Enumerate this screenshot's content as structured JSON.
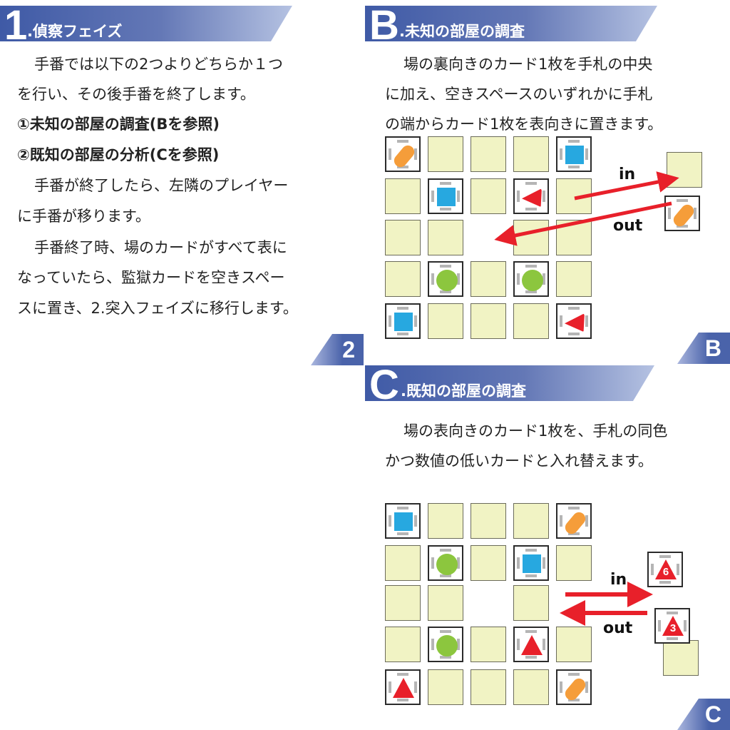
{
  "section1": {
    "number": "1",
    "title": ".偵察フェイズ",
    "lines": [
      "手番では以下の2つよりどちらか１つ",
      "を行い、その後手番を終了します。",
      "①未知の部屋の調査(Bを参照)",
      "②既知の部屋の分析(Cを参照)",
      "手番が終了したら、左隣のプレイヤー",
      "に手番が移ります。",
      "手番終了時、場のカードがすべて表に",
      "なっていたら、監獄カードを空きスペー",
      "スに置き、2.突入フェイズに移行します。"
    ],
    "page_tab": "2"
  },
  "sectionB": {
    "letter": "B",
    "title": ".未知の部屋の調査",
    "lines": [
      "場の裏向きのカード1枚を手札の中央",
      "に加え、空きスペースのいずれかに手札",
      "の端からカード1枚を表向きに置きます。"
    ],
    "grid": [
      [
        "orange",
        "blank",
        "blank",
        "blank",
        "blue"
      ],
      [
        "blank",
        "blue",
        "blank",
        "red-left",
        "blank"
      ],
      [
        "blank",
        "blank",
        "none",
        "blank",
        "blank"
      ],
      [
        "blank",
        "green",
        "blank",
        "green",
        "blank"
      ],
      [
        "blue",
        "blank",
        "blank",
        "blank",
        "red-left"
      ]
    ],
    "in_label": "in",
    "out_label": "out",
    "page_tab": "B"
  },
  "sectionC": {
    "letter": "C",
    "title": ".既知の部屋の調査",
    "lines": [
      "場の表向きのカード1枚を、手札の同色",
      "かつ数値の低いカードと入れ替えます。"
    ],
    "grid": [
      [
        "blue",
        "blank",
        "blank",
        "blank",
        "orange"
      ],
      [
        "blank",
        "green",
        "blank",
        "blue",
        "blank"
      ],
      [
        "blank",
        "blank",
        "none",
        "blank",
        "none"
      ],
      [
        "blank",
        "green",
        "blank",
        "red-up",
        "blank"
      ],
      [
        "red-up",
        "blank",
        "blank",
        "blank",
        "orange"
      ]
    ],
    "in_card_value": "6",
    "out_card_value": "3",
    "in_label": "in",
    "out_label": "out",
    "page_tab": "C"
  },
  "colors": {
    "banner": "#3f5aa6",
    "arrow": "#e8202a",
    "blank_card": "#f1f3c4",
    "blue": "#27a8e0",
    "green": "#8cc63e",
    "orange": "#f59d3a",
    "red": "#e8202a"
  }
}
